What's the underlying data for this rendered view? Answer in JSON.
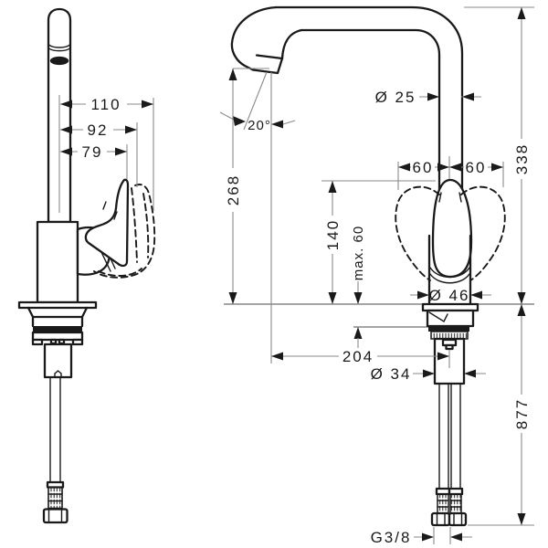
{
  "colors": {
    "outline": "#1a1a1a",
    "dimension_line": "#8a8a8a",
    "background": "#ffffff"
  },
  "left_view": {
    "dim_reach_full": "110",
    "dim_reach_mid": "92",
    "dim_reach_handle": "79"
  },
  "right_view": {
    "dia_spout": "Ø 25",
    "angle_outlet": "20°",
    "dim_outlet_height": "268",
    "dim_total_height": "338",
    "dim_spout_offset_left": "60",
    "dim_spout_offset_right": "60",
    "dim_handle_height": "140",
    "dim_max_deck": "max. 60",
    "dia_body": "Ø 46",
    "dim_reach": "204",
    "dia_shank": "Ø 34",
    "dim_hose_length": "877",
    "thread": "G3/8"
  }
}
